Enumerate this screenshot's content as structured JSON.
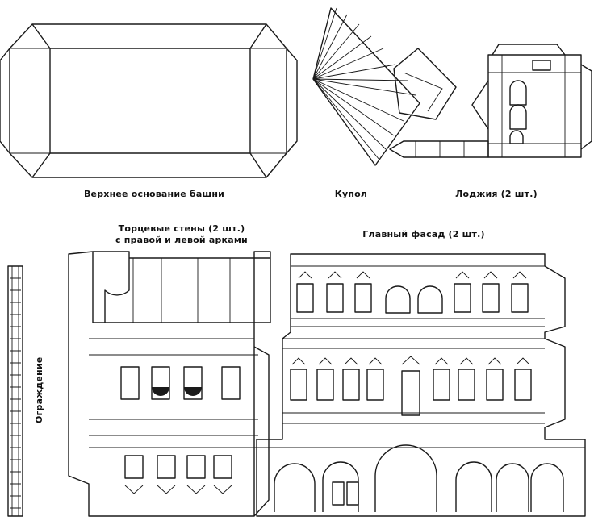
{
  "labels": {
    "tower_top_base": "Верхнее основание башни",
    "dome": "Купол",
    "loggia": "Лоджия (2 шт.)",
    "end_walls_line1": "Торцевые стены (2 шт.)",
    "end_walls_line2": "с правой и левой арками",
    "main_facade": "Главный фасад (2 шт.)",
    "fence": "Ограждение"
  },
  "colors": {
    "ink": "#1a1a1a",
    "paper": "#ffffff"
  }
}
